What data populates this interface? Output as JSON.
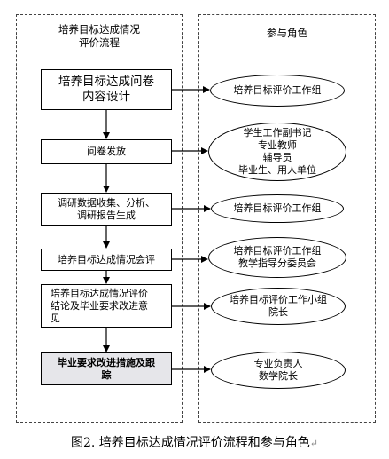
{
  "left_panel": {
    "title_line1": "培养目标达成情况",
    "title_line2": "评价流程"
  },
  "right_panel": {
    "title": "参与角色"
  },
  "steps": [
    {
      "line1": "培养目标达成问卷",
      "line2": "内容设计"
    },
    {
      "line1": "问卷发放"
    },
    {
      "line1": "调研数据收集、分析、",
      "line2": "调研报告生成"
    },
    {
      "line1": "培养目标达成情况会评"
    },
    {
      "line1": "培养目标达成情况评价",
      "line2": "结论及毕业要求改进意",
      "line3": "见"
    },
    {
      "line1": "毕业要求改进措施及跟",
      "line2": "踪"
    }
  ],
  "roles": [
    {
      "line1": "培养目标评价工作组"
    },
    {
      "line1": "学生工作副书记",
      "line2": "专业教师",
      "line3": "辅导员",
      "line4": "毕业生、用人单位"
    },
    {
      "line1": "培养目标评价工作组"
    },
    {
      "line1": "培养目标评价工作组",
      "line2": "教学指导分委员会"
    },
    {
      "line1": "培养目标评价工作小组",
      "line2": "院长"
    },
    {
      "line1": "专业负责人",
      "line2": "数学院长"
    }
  ],
  "caption": {
    "text": "图2. 培养目标达成情况评价流程和参与角色",
    "mark": "↵"
  }
}
